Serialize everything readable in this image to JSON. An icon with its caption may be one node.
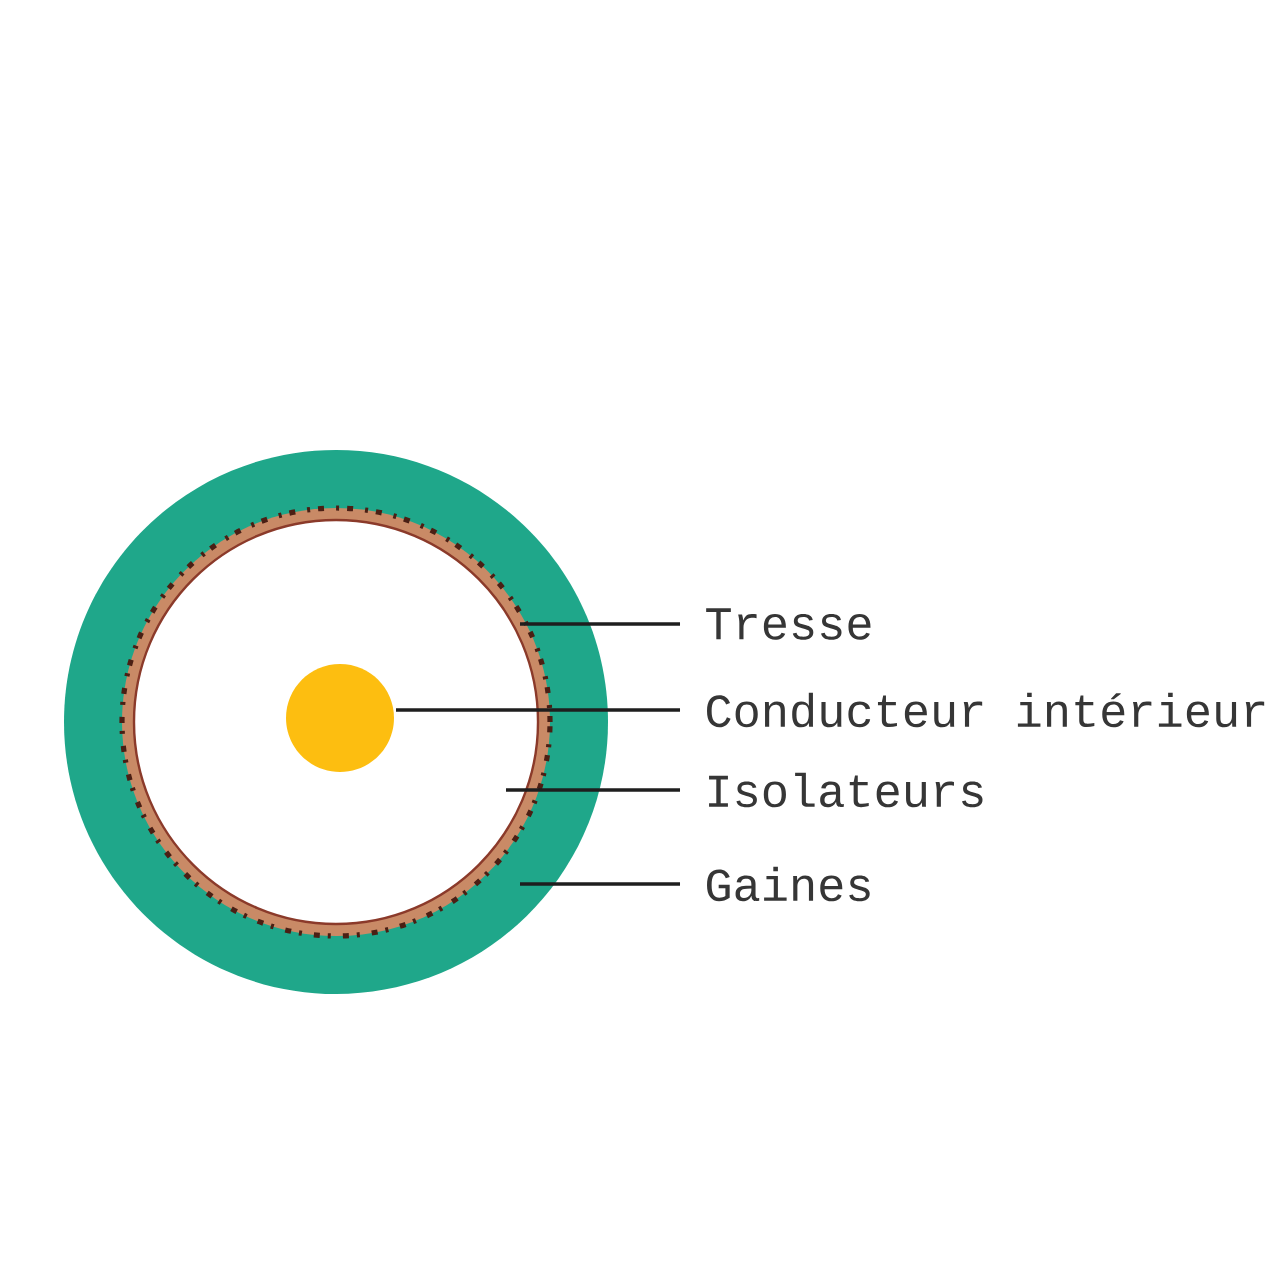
{
  "diagram": {
    "nodes": [
      {
        "text": [],
        "shape": "circle"
      },
      {
        "text": [],
        "shape": "circle",
        "in": 0
      },
      {
        "text": [],
        "shape": "circle",
        "in": 1
      },
      {
        "text": [],
        "shape": "circle",
        "in": 2
      },
      {
        "text": [
          "Tresse"
        ]
      },
      {
        "text": [
          "Conducteur intérieur"
        ]
      },
      {
        "text": [
          "Isolateurs"
        ]
      },
      {
        "text": [
          "Gaines"
        ]
      }
    ],
    "edges": [
      {
        "from": 4,
        "to": 1,
        "arrow": "none"
      },
      {
        "from": 5,
        "to": 3,
        "arrow": "none"
      },
      {
        "from": 6,
        "to": 2,
        "arrow": "none"
      },
      {
        "from": 7,
        "to": 0,
        "arrow": "none"
      }
    ]
  }
}
